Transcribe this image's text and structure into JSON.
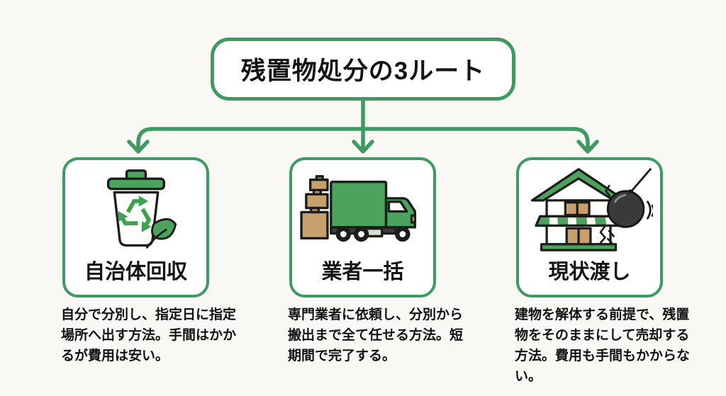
{
  "canvas": {
    "background": "#FAF8F4"
  },
  "colors": {
    "accent_green": "#3E9A60",
    "icon_green": "#4BA35E",
    "outline_dark": "#1D1D1B",
    "tan": "#C8A06B",
    "ball_gray": "#3A3A3A",
    "card_bg": "#FFFFFF",
    "text": "#121212"
  },
  "title": {
    "label": "残置物処分の3ルート"
  },
  "routes": [
    {
      "icon": "recycle-bin-icon",
      "label": "自治体回収",
      "description": "自分で分別し、指定日に指定場所へ出す方法。手間はかかるが費用は安い。"
    },
    {
      "icon": "truck-icon",
      "label": "業者一括",
      "description": "専門業者に依頼し、分別から搬出まで全て任せる方法。短期間で完了する。"
    },
    {
      "icon": "house-demolition-icon",
      "label": "現状渡し",
      "description": "建物を解体する前提で、残置物をそのままにして売却する方法。費用も手間もかからない。"
    }
  ]
}
